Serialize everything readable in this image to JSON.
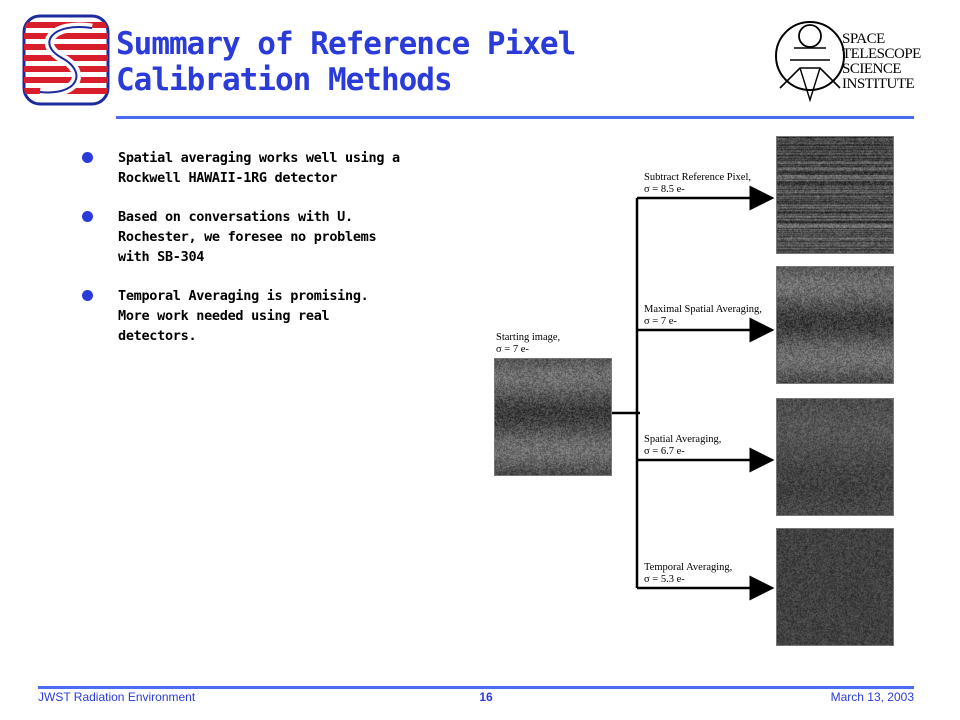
{
  "title": {
    "line1": "Summary of Reference Pixel",
    "line2": "Calibration Methods"
  },
  "logos": {
    "left": "Space Telescope logo (red/white/blue)",
    "right": [
      "SPACE",
      "TELESCOPE",
      "SCIENCE",
      "INSTITUTE"
    ]
  },
  "bullets": [
    {
      "lines": [
        "Spatial averaging works well using a",
        "Rockwell HAWAII-1RG detector"
      ]
    },
    {
      "lines": [
        "Based on conversations with U.",
        "Rochester, we foresee no problems",
        "with SB-304"
      ]
    },
    {
      "lines": [
        "Temporal Averaging is promising.",
        "More work needed using real",
        "detectors."
      ]
    }
  ],
  "diagram": {
    "start": {
      "line1": "Starting image,",
      "line2": "σ = 7 e-"
    },
    "outputs": [
      {
        "line1": "Subtract Reference Pixel,",
        "line2": "σ = 8.5 e-"
      },
      {
        "line1": "Maximal Spatial Averaging,",
        "line2": "σ = 7 e-"
      },
      {
        "line1": "Spatial Averaging,",
        "line2": "σ = 6.7 e-"
      },
      {
        "line1": "Temporal Averaging,",
        "line2": "σ = 5.3 e-"
      }
    ]
  },
  "footer": {
    "left": "JWST Radiation Environment",
    "page": "16",
    "right": "March 13, 2003"
  },
  "colors": {
    "accent": "#2a3bd9",
    "rule": "#4a6cf0",
    "logo_red": "#d81e2a"
  }
}
